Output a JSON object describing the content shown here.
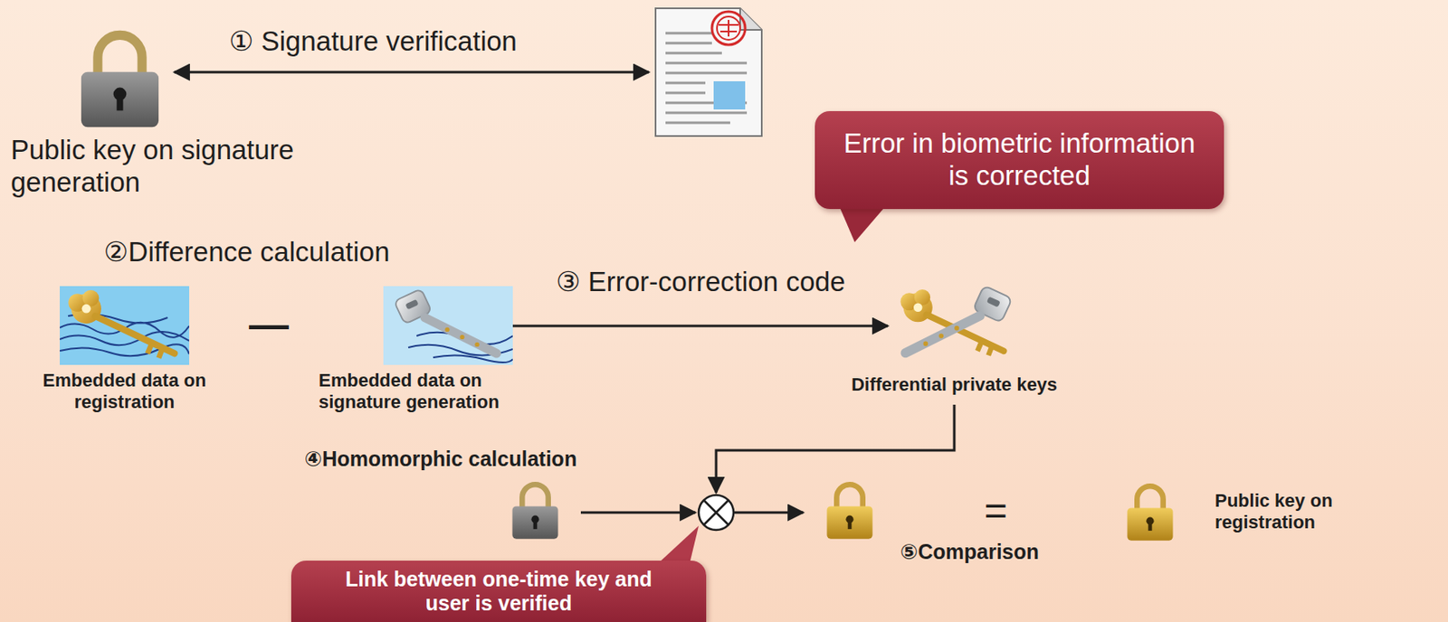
{
  "diagram": {
    "nodes": [
      {
        "text": [
          "Public key on signature generation"
        ]
      },
      {
        "text": [
          "Error in biometric information is corrected"
        ]
      },
      {
        "text": [
          "Embedded data on registration"
        ]
      },
      {
        "text": [
          "Embedded data on signature generation"
        ]
      },
      {
        "text": [
          "Differential private keys"
        ]
      },
      {
        "text": [
          "Link between one-time key and user is verified"
        ]
      },
      {
        "text": [
          "Public key on registration"
        ]
      }
    ],
    "edges": [
      {
        "from": 3,
        "to": 4,
        "arrow": "to",
        "label": "③ Error-correction code"
      }
    ],
    "labels": [
      "① Signature verification",
      "②Difference calculation",
      "④Homomorphic calculation",
      "⑤Comparison",
      "—",
      "="
    ]
  }
}
